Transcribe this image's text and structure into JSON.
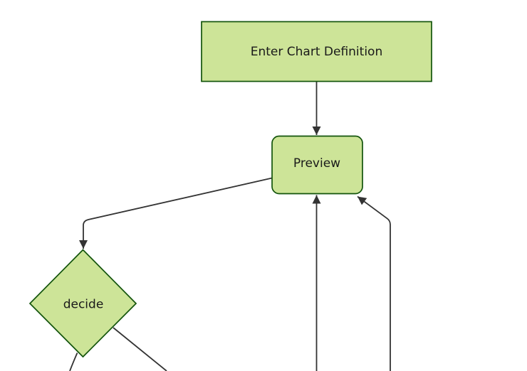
{
  "diagram": {
    "type": "flowchart",
    "direction": "top-down",
    "background_color": "#ffffff",
    "colors": {
      "node_fill": "#cde498",
      "node_stroke": "#13540c",
      "edge_stroke": "#333333",
      "arrowhead_fill": "#333333",
      "label_color": "#1a1a1a"
    },
    "nodes": [
      {
        "id": "enter-chart-definition",
        "label": "Enter Chart Definition",
        "shape": "rectangle"
      },
      {
        "id": "preview",
        "label": "Preview",
        "shape": "rounded-rectangle"
      },
      {
        "id": "decide",
        "label": "decide",
        "shape": "diamond"
      }
    ],
    "edges": [
      {
        "from": "enter-chart-definition",
        "to": "preview",
        "arrowhead": true
      },
      {
        "from": "preview",
        "to": "decide",
        "arrowhead": true
      },
      {
        "from": "offscreen-bottom",
        "to": "preview",
        "arrowhead": true
      },
      {
        "from": "offscreen-bottom-right",
        "to": "preview",
        "arrowhead": true
      },
      {
        "from": "decide",
        "to": "offscreen-bottom-left",
        "arrowhead": false
      },
      {
        "from": "decide",
        "to": "offscreen-bottom-right",
        "arrowhead": false
      }
    ]
  }
}
